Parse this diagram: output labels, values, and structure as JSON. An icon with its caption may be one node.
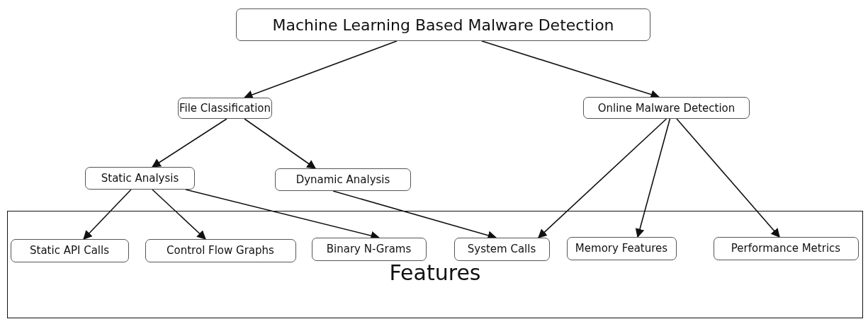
{
  "diagram": {
    "nodes": [
      {
        "text": [
          "Machine Learning Based Malware Detection"
        ]
      },
      {
        "text": [
          "File Classification"
        ]
      },
      {
        "text": [
          "Online Malware Detection"
        ]
      },
      {
        "text": [
          "Static Analysis"
        ]
      },
      {
        "text": [
          "Dynamic Analysis"
        ]
      },
      {
        "text": [
          "Features"
        ]
      },
      {
        "text": [
          "Static API Calls"
        ],
        "in": 5
      },
      {
        "text": [
          "Control Flow Graphs"
        ],
        "in": 5
      },
      {
        "text": [
          "Binary N-Grams"
        ],
        "in": 5
      },
      {
        "text": [
          "System Calls"
        ],
        "in": 5
      },
      {
        "text": [
          "Memory Features"
        ],
        "in": 5
      },
      {
        "text": [
          "Performance Metrics"
        ],
        "in": 5
      }
    ],
    "edges": [
      {
        "from": 0,
        "to": 1,
        "arrow": "to"
      },
      {
        "from": 0,
        "to": 2,
        "arrow": "to"
      },
      {
        "from": 1,
        "to": 3,
        "arrow": "to"
      },
      {
        "from": 1,
        "to": 4,
        "arrow": "to"
      },
      {
        "from": 3,
        "to": 6,
        "arrow": "to"
      },
      {
        "from": 3,
        "to": 7,
        "arrow": "to"
      },
      {
        "from": 3,
        "to": 8,
        "arrow": "to"
      },
      {
        "from": 4,
        "to": 9,
        "arrow": "to"
      },
      {
        "from": 2,
        "to": 9,
        "arrow": "to"
      },
      {
        "from": 2,
        "to": 10,
        "arrow": "to"
      },
      {
        "from": 2,
        "to": 11,
        "arrow": "to"
      }
    ]
  }
}
